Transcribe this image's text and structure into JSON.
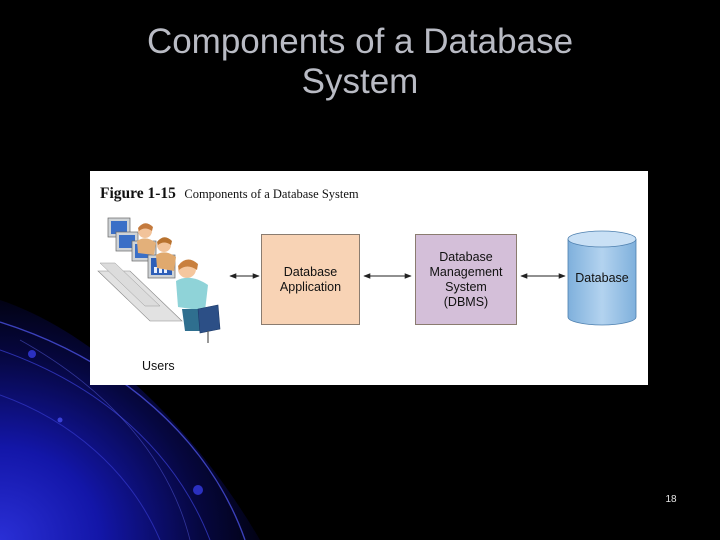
{
  "slide": {
    "title_line1": "Components of a  Database",
    "title_line2": "System",
    "page_number": "18"
  },
  "figure": {
    "number": "Figure 1-15",
    "caption": "Components of a Database System",
    "users_label": "Users",
    "application_label_lines": [
      "Database",
      "Application"
    ],
    "dbms_label_lines": [
      "Database",
      "Management",
      "System",
      "(DBMS)"
    ],
    "database_label": "Database"
  },
  "colors": {
    "background": "#000000",
    "title_text": "#b9bbc4",
    "application_box": "#f8d3b5",
    "dbms_box": "#d4bfd9",
    "database_cylinder": "#9fc4e6",
    "decor_blue": "#1a1fb0"
  }
}
